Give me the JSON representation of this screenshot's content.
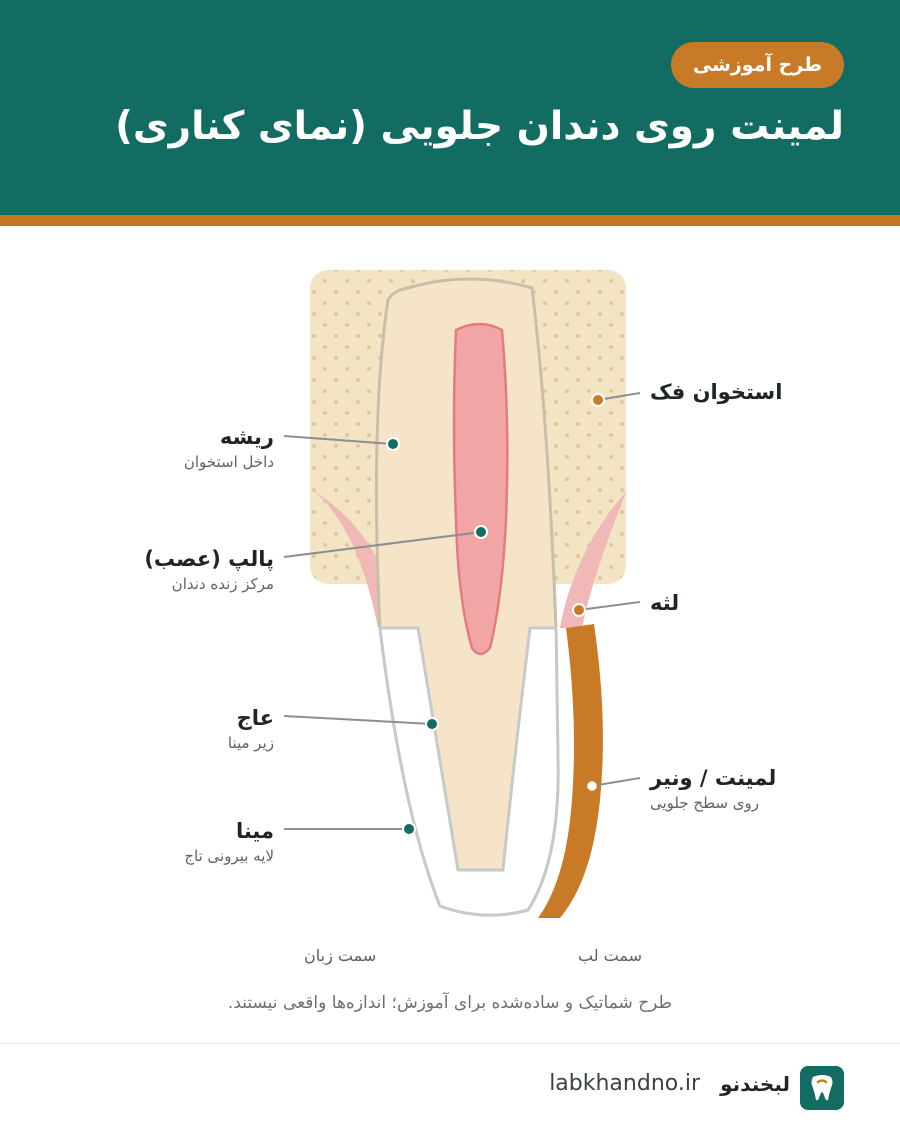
{
  "header": {
    "badge": "طرح آموزشی",
    "title": "لمینت روی دندان جلویی (نمای کناری)"
  },
  "labels": {
    "root": {
      "main": "ریشه",
      "sub": "داخل استخوان"
    },
    "pulp": {
      "main": "پالپ (عصب)",
      "sub": "مرکز زنده دندان"
    },
    "dentin": {
      "main": "عاج",
      "sub": "زیر مینا"
    },
    "enamel": {
      "main": "مینا",
      "sub": "لایه بیرونی تاج"
    },
    "bone": {
      "main": "استخوان فک"
    },
    "gum": {
      "main": "لثه"
    },
    "veneer": {
      "main": "لمینت / ونیر",
      "sub": "روی سطح جلویی"
    }
  },
  "sides": {
    "tongue": "سمت زبان",
    "lip": "سمت لب"
  },
  "note": "طرح شماتیک و ساده‌شده برای آموزش؛ اندازه‌ها واقعی نیستند.",
  "footer": {
    "brand": "لبخندنو",
    "site": "labkhandno.ir",
    "icon": "tooth-icon"
  },
  "colors": {
    "header": "#136c61",
    "accent": "#c97a26",
    "bone": "#f3e4c4",
    "tooth": "#f6e4c9",
    "pulp": "#f2a5a5",
    "gum": "#f1b8b8",
    "veneer": "#c97a26"
  }
}
